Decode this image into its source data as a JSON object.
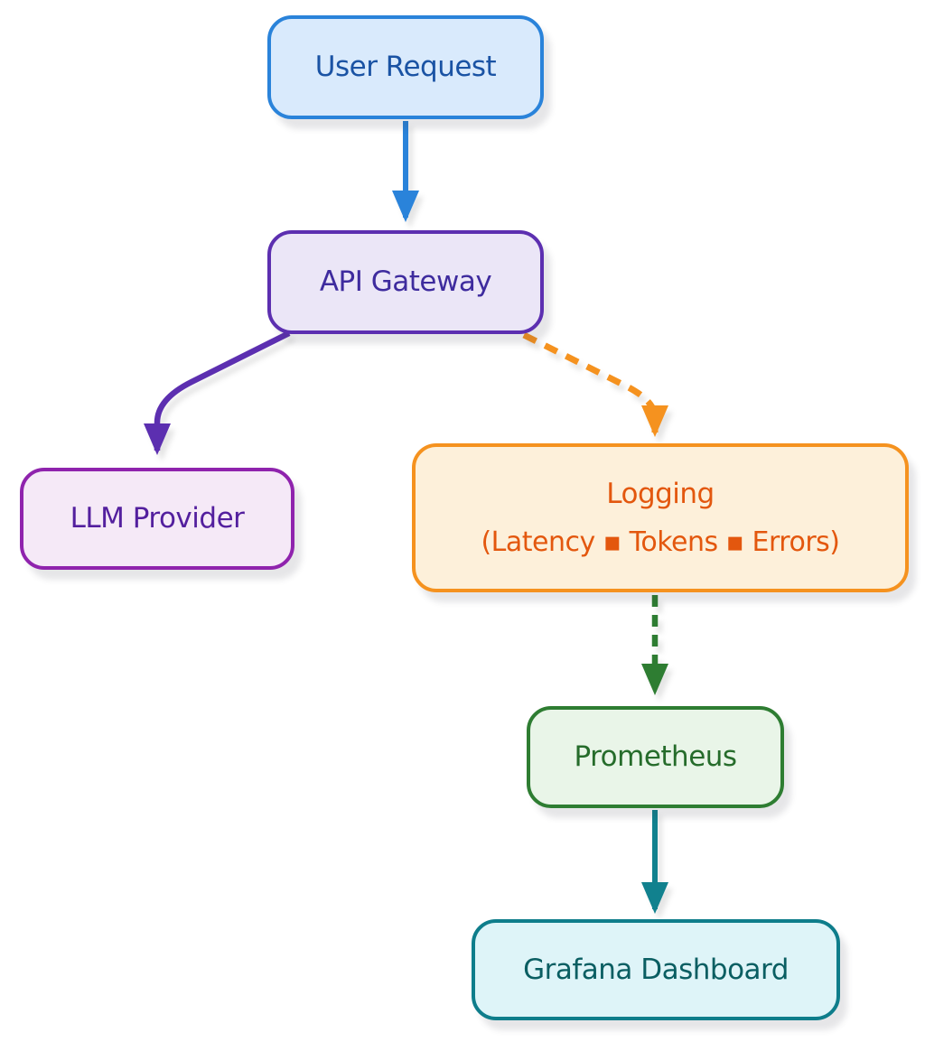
{
  "diagram": {
    "title": "LLM observability pipeline flowchart",
    "background": "#ffffff",
    "nodes": {
      "user_request": {
        "label": "User Request",
        "fill": "#d9eafc",
        "border": "#2a83da",
        "text_color": "#1a53a4"
      },
      "api_gateway": {
        "label": "API Gateway",
        "fill": "#ebe6f7",
        "border": "#5c2fb0",
        "text_color": "#3e2b9e"
      },
      "llm_provider": {
        "label": "LLM Provider",
        "fill": "#f5e9f7",
        "border": "#8f23ad",
        "text_color": "#531f9e"
      },
      "logging": {
        "label": "Logging",
        "sublabel": "(Latency ▪ Tokens ▪ Errors)",
        "fill": "#fdf0da",
        "border": "#f5921f",
        "text_color": "#e3570e"
      },
      "prometheus": {
        "label": "Prometheus",
        "fill": "#e9f5e8",
        "border": "#2e7d32",
        "text_color": "#266c2b"
      },
      "grafana": {
        "label": "Grafana Dashboard",
        "fill": "#def4f8",
        "border": "#0e7d8b",
        "text_color": "#0a5e62"
      }
    },
    "edges": [
      {
        "from": "user_request",
        "to": "api_gateway",
        "style": "solid",
        "color": "#2a83da"
      },
      {
        "from": "api_gateway",
        "to": "llm_provider",
        "style": "solid",
        "color": "#5c2fb0"
      },
      {
        "from": "api_gateway",
        "to": "logging",
        "style": "dashed",
        "color": "#f5921f"
      },
      {
        "from": "logging",
        "to": "prometheus",
        "style": "dashed",
        "color": "#2e7d32"
      },
      {
        "from": "prometheus",
        "to": "grafana",
        "style": "solid",
        "color": "#11818e"
      }
    ]
  }
}
